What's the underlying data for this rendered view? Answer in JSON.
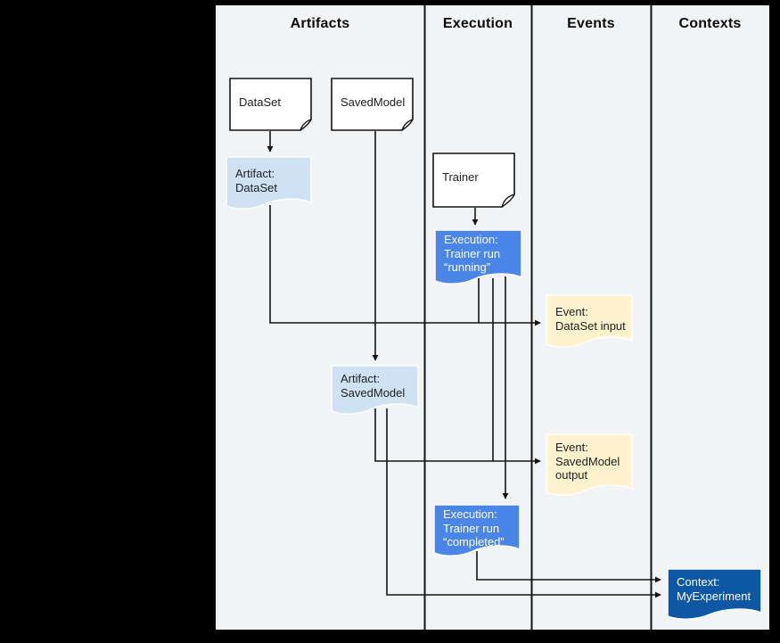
{
  "columns": [
    {
      "label": "Artifacts"
    },
    {
      "label": "Execution"
    },
    {
      "label": "Events"
    },
    {
      "label": "Contexts"
    }
  ],
  "nodes": {
    "dataset": {
      "label": "DataSet"
    },
    "savedmodel": {
      "label": "SavedModel"
    },
    "trainer": {
      "label": "Trainer"
    },
    "artifact_dataset": {
      "lines": [
        "Artifact:",
        "DataSet"
      ]
    },
    "exec_running": {
      "lines": [
        "Execution:",
        "Trainer run",
        "“running”"
      ]
    },
    "event_dataset": {
      "lines": [
        "Event:",
        "DataSet input"
      ]
    },
    "artifact_savedmodel": {
      "lines": [
        "Artifact:",
        "SavedModel"
      ]
    },
    "event_savedmodel": {
      "lines": [
        "Event:",
        "SavedModel",
        "output"
      ]
    },
    "exec_completed": {
      "lines": [
        "Execution:",
        "Trainer run",
        "“completed”"
      ]
    },
    "context": {
      "lines": [
        "Context:",
        "MyExperiment"
      ]
    }
  },
  "edges": [
    {
      "from": "DataSet",
      "to": "Artifact: DataSet"
    },
    {
      "from": "SavedModel",
      "to": "Artifact: SavedModel"
    },
    {
      "from": "Trainer",
      "to": "Execution: Trainer run “running”"
    },
    {
      "from": "Artifact: DataSet",
      "to": "Event: DataSet input"
    },
    {
      "from": "Execution: Trainer run “running”",
      "to": "Event: DataSet input"
    },
    {
      "from": "Artifact: SavedModel",
      "to": "Event: SavedModel output"
    },
    {
      "from": "Execution: Trainer run “running”",
      "to": "Event: SavedModel output"
    },
    {
      "from": "Execution: Trainer run “running”",
      "to": "Execution: Trainer run “completed”"
    },
    {
      "from": "Execution: Trainer run “completed”",
      "to": "Context: MyExperiment"
    },
    {
      "from": "Artifact: SavedModel",
      "to": "Context: MyExperiment"
    }
  ],
  "colors": {
    "background": "#000000",
    "panel": "#f1f3f4",
    "node-white": "#ffffff",
    "node-lightblue": "#cfe2f3",
    "node-blue": "#4a86e8",
    "node-cream": "#fff2cc",
    "node-darkblue": "#0d57a4",
    "ink": "#202124",
    "line": "#141414"
  }
}
